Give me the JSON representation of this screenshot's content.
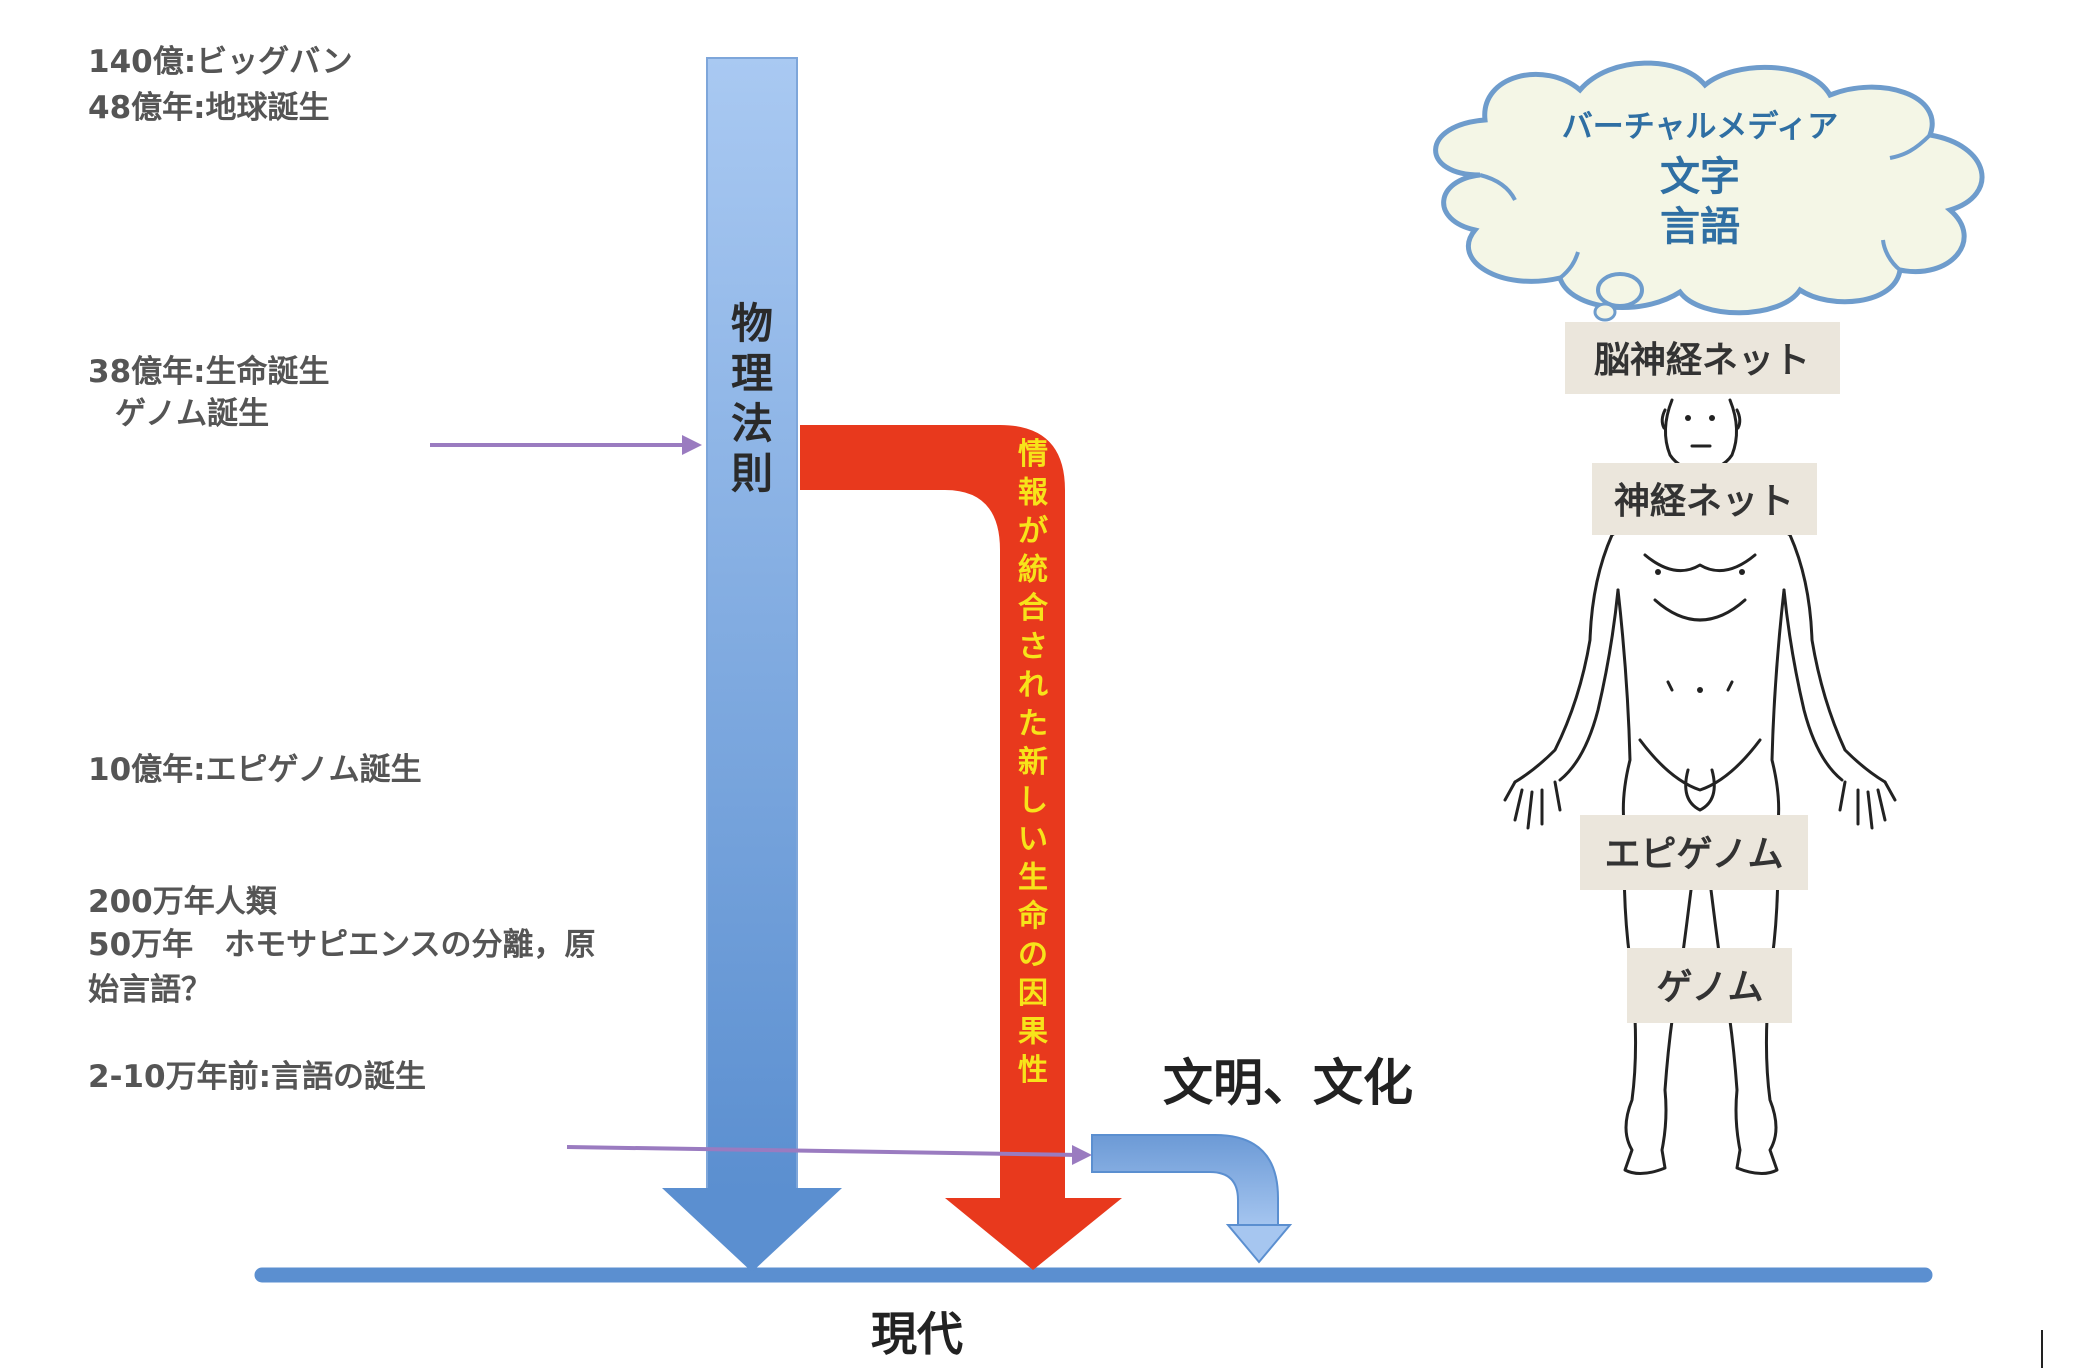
{
  "timeline": {
    "line1": "140億:ビッグバン",
    "line2": "48億年:地球誕生",
    "line3": "38億年:生命誕生",
    "line4": "ゲノム誕生",
    "line5": "10億年:エピゲノム誕生",
    "line6": "200万年人類",
    "line7": "50万年　ホモサピエンスの分離，原",
    "line8": "始言語？",
    "line9": "2-10万年前:言語の誕生"
  },
  "arrows": {
    "physics_label": [
      "物",
      "理",
      "法",
      "則"
    ],
    "info_label": [
      "情",
      "報",
      "が",
      "統",
      "合",
      "さ",
      "れ",
      "た",
      "新",
      "し",
      "い",
      "生",
      "命",
      "の",
      "因",
      "果",
      "性"
    ]
  },
  "civilization_label": "文明、文化",
  "baseline_label": "現代",
  "cloud": {
    "line1": "バーチャルメディア",
    "line2": "文字",
    "line3": "言語"
  },
  "body_labels": {
    "brain_net": "脳神経ネット",
    "nerve_net": "神経ネット",
    "epigenome": "エピゲノム",
    "genome": "ゲノム"
  },
  "colors": {
    "blue_top": "#a9c9f2",
    "blue_bottom": "#5b8fd0",
    "red": "#e8391d",
    "yellow_text": "#f7e31a",
    "purple": "#9a7bc0",
    "baseline": "#5b8fd0",
    "label_box": "#ebe6dc",
    "cloud_fill": "#f4f6e6",
    "cloud_stroke": "#6e9ccc"
  }
}
